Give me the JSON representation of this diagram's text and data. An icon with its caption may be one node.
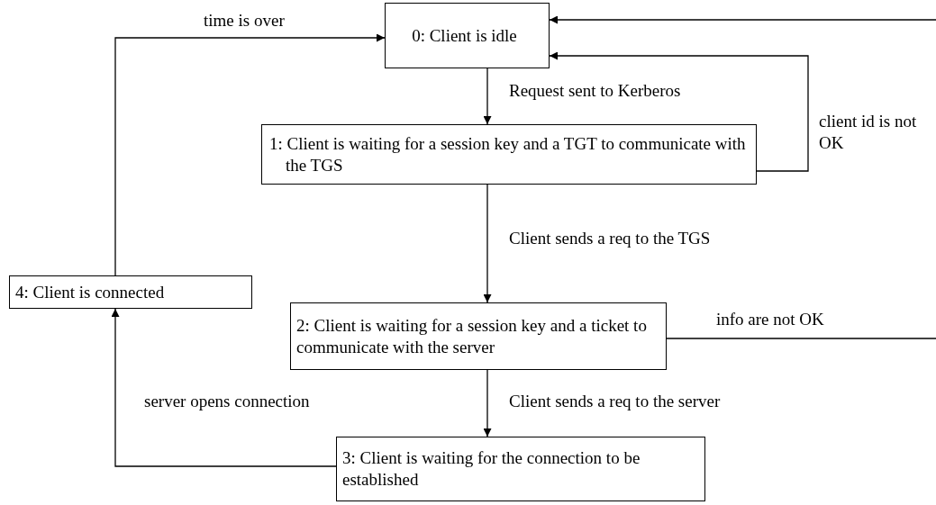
{
  "diagram": {
    "nodes": [
      {
        "text": [
          "0: Client is idle"
        ]
      },
      {
        "text": [
          "1: Client is waiting for a session key and a TGT to communicate with the TGS"
        ]
      },
      {
        "text": [
          "2: Client is waiting for a session key and a ticket to communicate with the server"
        ]
      },
      {
        "text": [
          "3: Client is waiting for the connection to be established"
        ]
      },
      {
        "text": [
          "4: Client is connected"
        ]
      }
    ],
    "edges": [
      {
        "from": 0,
        "to": 1,
        "arrow": "to",
        "label": "Request sent to Kerberos"
      },
      {
        "from": 1,
        "to": 0,
        "arrow": "to",
        "label": "client id is not OK"
      },
      {
        "from": 1,
        "to": 2,
        "arrow": "to",
        "label": "Client sends a req to the TGS"
      },
      {
        "from": 2,
        "to": 3,
        "arrow": "to",
        "label": "Client sends a req to the server"
      },
      {
        "from": 3,
        "to": 4,
        "arrow": "to",
        "label": "server opens connection"
      },
      {
        "from": 4,
        "to": 0,
        "arrow": "to",
        "label": "time is over"
      },
      {
        "from": 2,
        "to": null,
        "arrow": "none",
        "label": "info are not OK"
      },
      {
        "from": null,
        "to": 0,
        "arrow": "to"
      }
    ]
  }
}
